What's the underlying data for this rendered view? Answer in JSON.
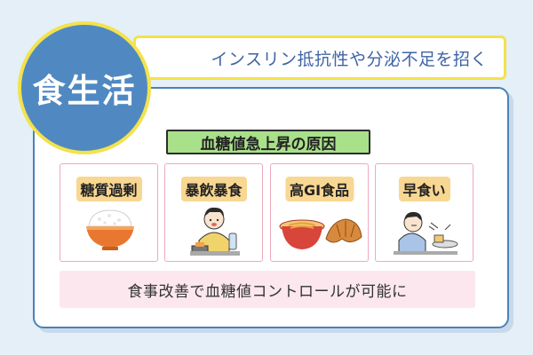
{
  "badge": {
    "label": "食生活"
  },
  "banner": {
    "text": "インスリン抵抗性や分泌不足を招く"
  },
  "causes": {
    "header": "血糖値急上昇の原因",
    "items": [
      {
        "label": "糖質過剰",
        "icon": "rice-bowl"
      },
      {
        "label": "暴飲暴食",
        "icon": "overeating-person"
      },
      {
        "label": "高GI食品",
        "icon": "ramen-and-croissant"
      },
      {
        "label": "早食い",
        "icon": "fast-eating-person"
      }
    ]
  },
  "result": {
    "text": "食事改善で血糖値コントロールが可能に"
  },
  "colors": {
    "background": "#e4eff8",
    "badge": "#5089c2",
    "accent_yellow": "#f3e24b",
    "header_green": "#a9e08a",
    "label_orange": "#f8d792",
    "result_pink": "#fce7ee"
  }
}
